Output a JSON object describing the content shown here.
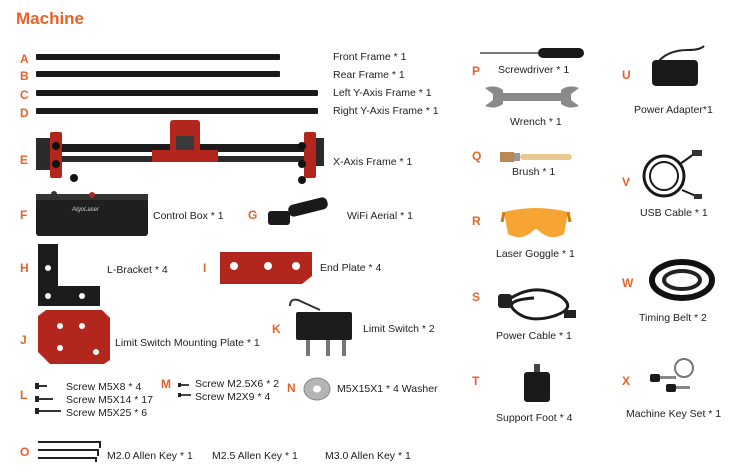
{
  "title": "Machine",
  "items": [
    {
      "letter": "A",
      "label": "Front Frame * 1"
    },
    {
      "letter": "B",
      "label": "Rear Frame * 1"
    },
    {
      "letter": "C",
      "label": "Left Y-Axis Frame * 1"
    },
    {
      "letter": "D",
      "label": "Right Y-Axis Frame * 1"
    },
    {
      "letter": "E",
      "label": "X-Axis Frame * 1"
    },
    {
      "letter": "F",
      "label": "Control Box * 1"
    },
    {
      "letter": "G",
      "label": "WiFi Aerial * 1"
    },
    {
      "letter": "H",
      "label": "L-Bracket * 4"
    },
    {
      "letter": "I",
      "label": "End Plate * 4"
    },
    {
      "letter": "J",
      "label": "Limit Switch Mounting Plate * 1"
    },
    {
      "letter": "K",
      "label": "Limit Switch * 2"
    },
    {
      "letter": "L",
      "lines": [
        "Screw M5X8 * 4",
        "Screw M5X14 * 17",
        "Screw M5X25 * 6"
      ]
    },
    {
      "letter": "M",
      "lines": [
        "Screw M2.5X6 * 2",
        "Screw M2X9 * 4"
      ]
    },
    {
      "letter": "N",
      "label": "M5X15X1 * 4 Washer"
    },
    {
      "letter": "O",
      "lines": [
        "M2.0 Allen Key * 1",
        "M2.5 Allen Key * 1",
        "M3.0 Allen Key * 1"
      ]
    },
    {
      "letter": "P",
      "label": "Screwdriver * 1"
    },
    {
      "letter": "",
      "label": "Wrench * 1"
    },
    {
      "letter": "Q",
      "label": "Brush * 1"
    },
    {
      "letter": "R",
      "label": "Laser Goggle * 1"
    },
    {
      "letter": "S",
      "label": "Power Cable * 1"
    },
    {
      "letter": "T",
      "label": "Support Foot * 4"
    },
    {
      "letter": "U",
      "label": "Power Adapter*1"
    },
    {
      "letter": "V",
      "label": "USB Cable * 1"
    },
    {
      "letter": "W",
      "label": "Timing Belt * 2"
    },
    {
      "letter": "X",
      "label": "Machine Key Set * 1"
    }
  ],
  "control_box_logo": "AlgoLaser",
  "colors": {
    "accent": "#e8622a",
    "metal_dark": "#1a1a1a",
    "plate_red": "#b3261e",
    "wood": "#e9c98f",
    "goggle": "#f59a1c"
  }
}
